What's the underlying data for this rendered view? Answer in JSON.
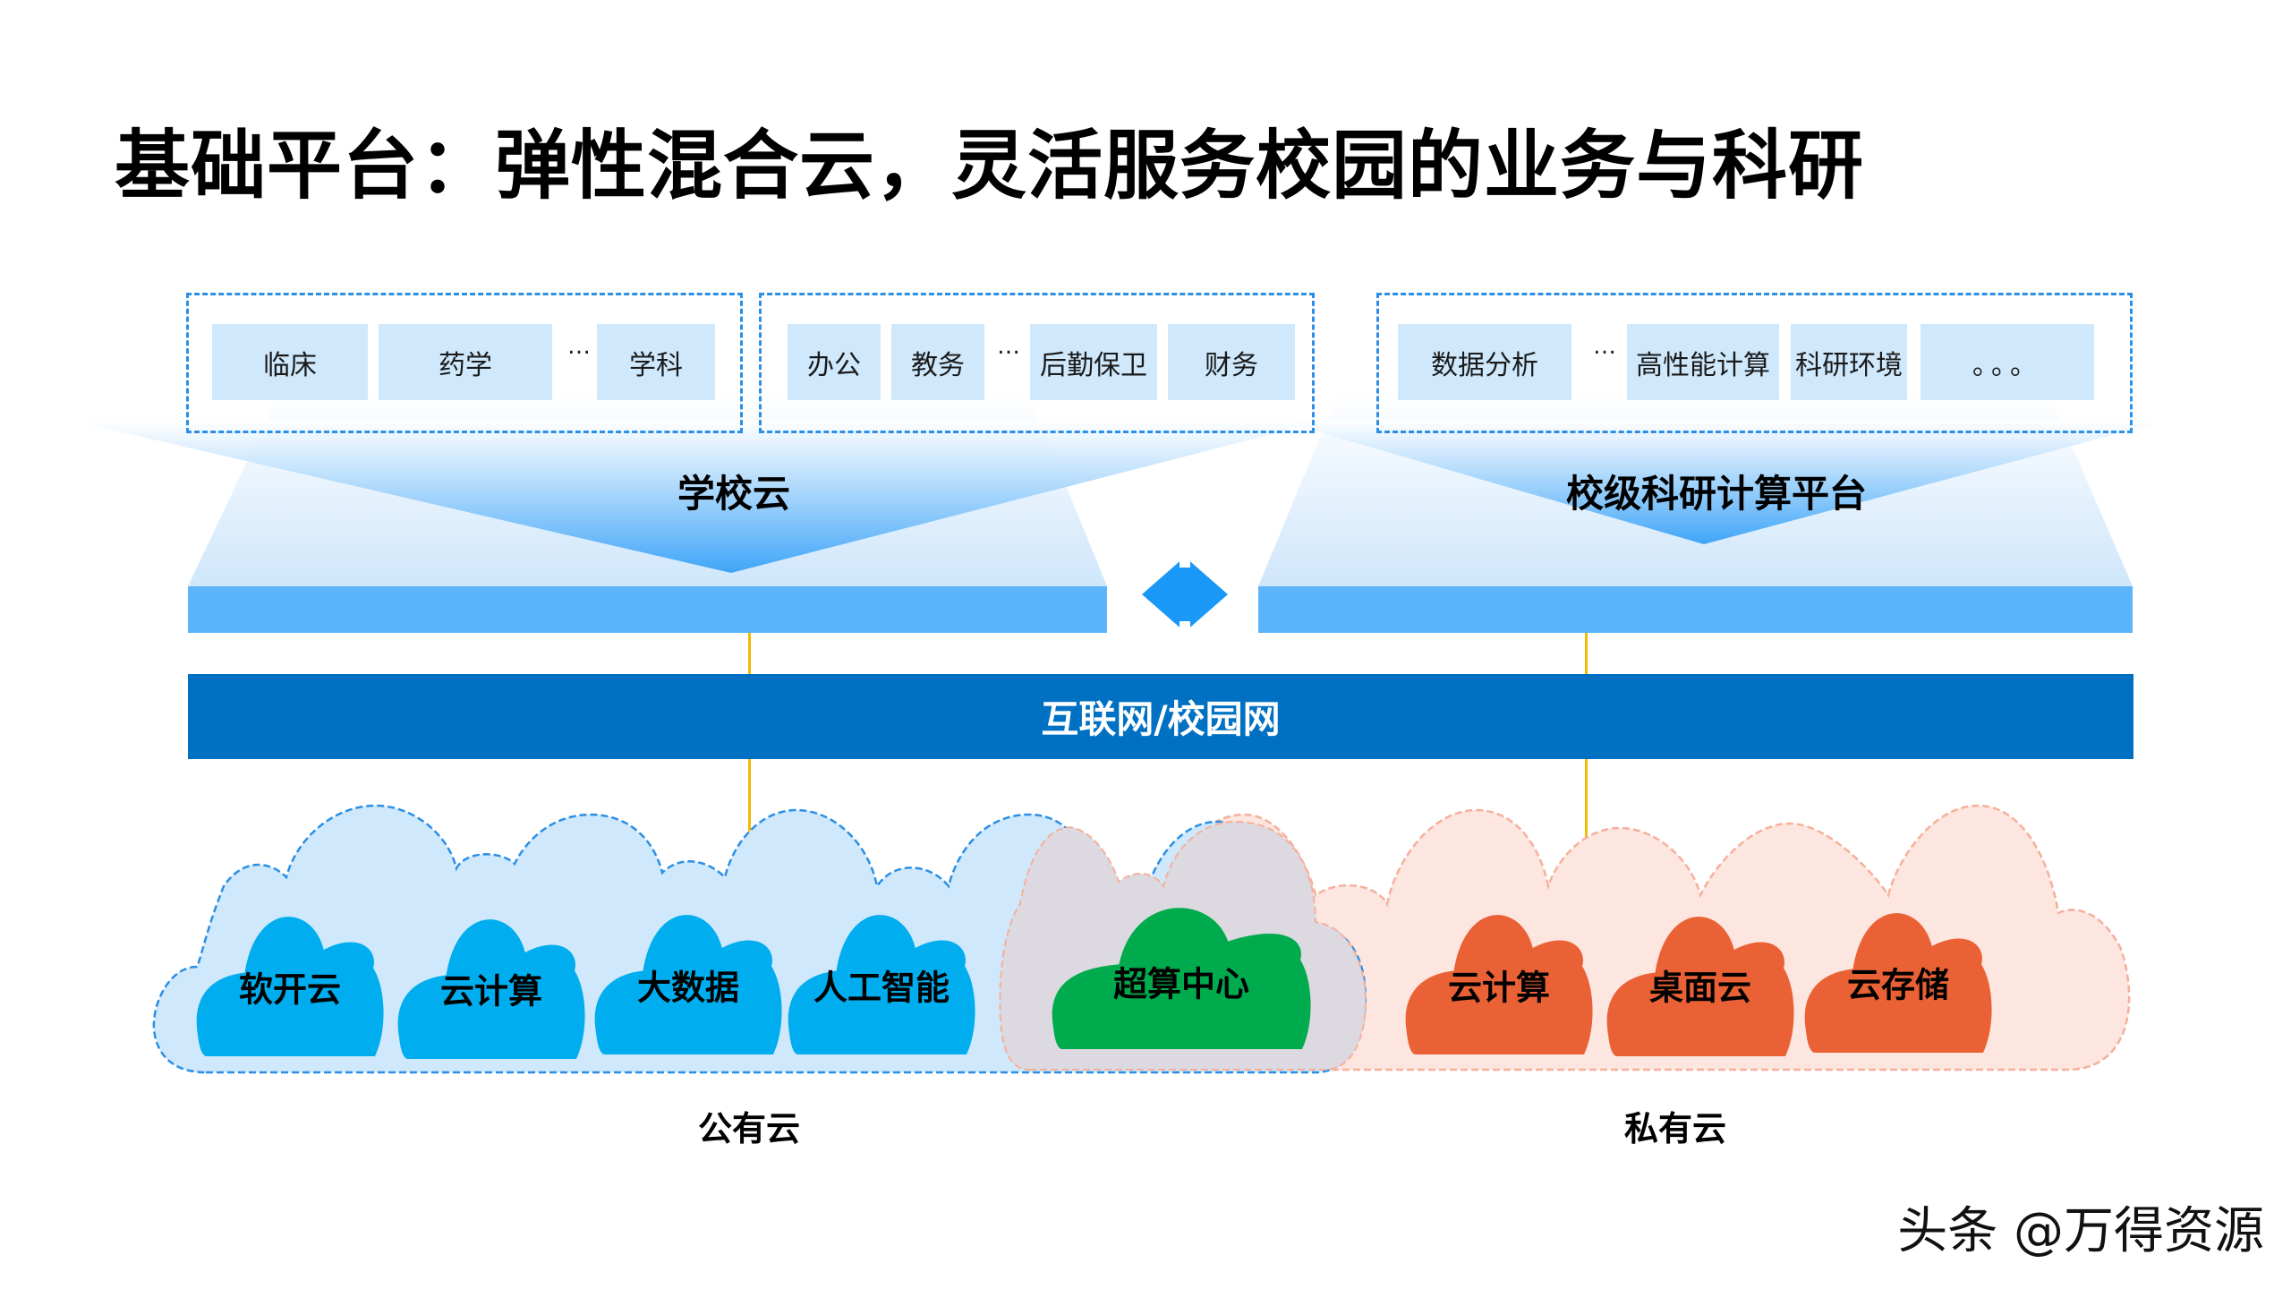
{
  "title": "基础平台：弹性混合云，灵活服务校园的业务与科研",
  "top_groups": [
    {
      "items": [
        "临床",
        "药学",
        "学科"
      ],
      "ellipsis": "…"
    },
    {
      "items": [
        "办公",
        "教务",
        "后勤保卫",
        "财务"
      ],
      "ellipsis": "…"
    },
    {
      "items": [
        "数据分析",
        "高性能计算",
        "科研环境",
        "。。。"
      ],
      "ellipsis": "…"
    }
  ],
  "layers": {
    "school_cloud": "学校云",
    "research_platform": "校级科研计算平台"
  },
  "network": "互联网/校园网",
  "public_cloud": {
    "label": "公有云",
    "services": [
      "软开云",
      "云计算",
      "大数据",
      "人工智能"
    ]
  },
  "shared": {
    "label": "超算中心"
  },
  "private_cloud": {
    "label": "私有云",
    "services": [
      "云计算",
      "桌面云",
      "云存储"
    ]
  },
  "colors": {
    "public": "#00aeef",
    "shared": "#00ab4e",
    "private": "#ea6135",
    "network": "#0071c2",
    "bar": "#5cb5fb",
    "connector": "#f5b800"
  },
  "watermark": "头条 @万得资源"
}
